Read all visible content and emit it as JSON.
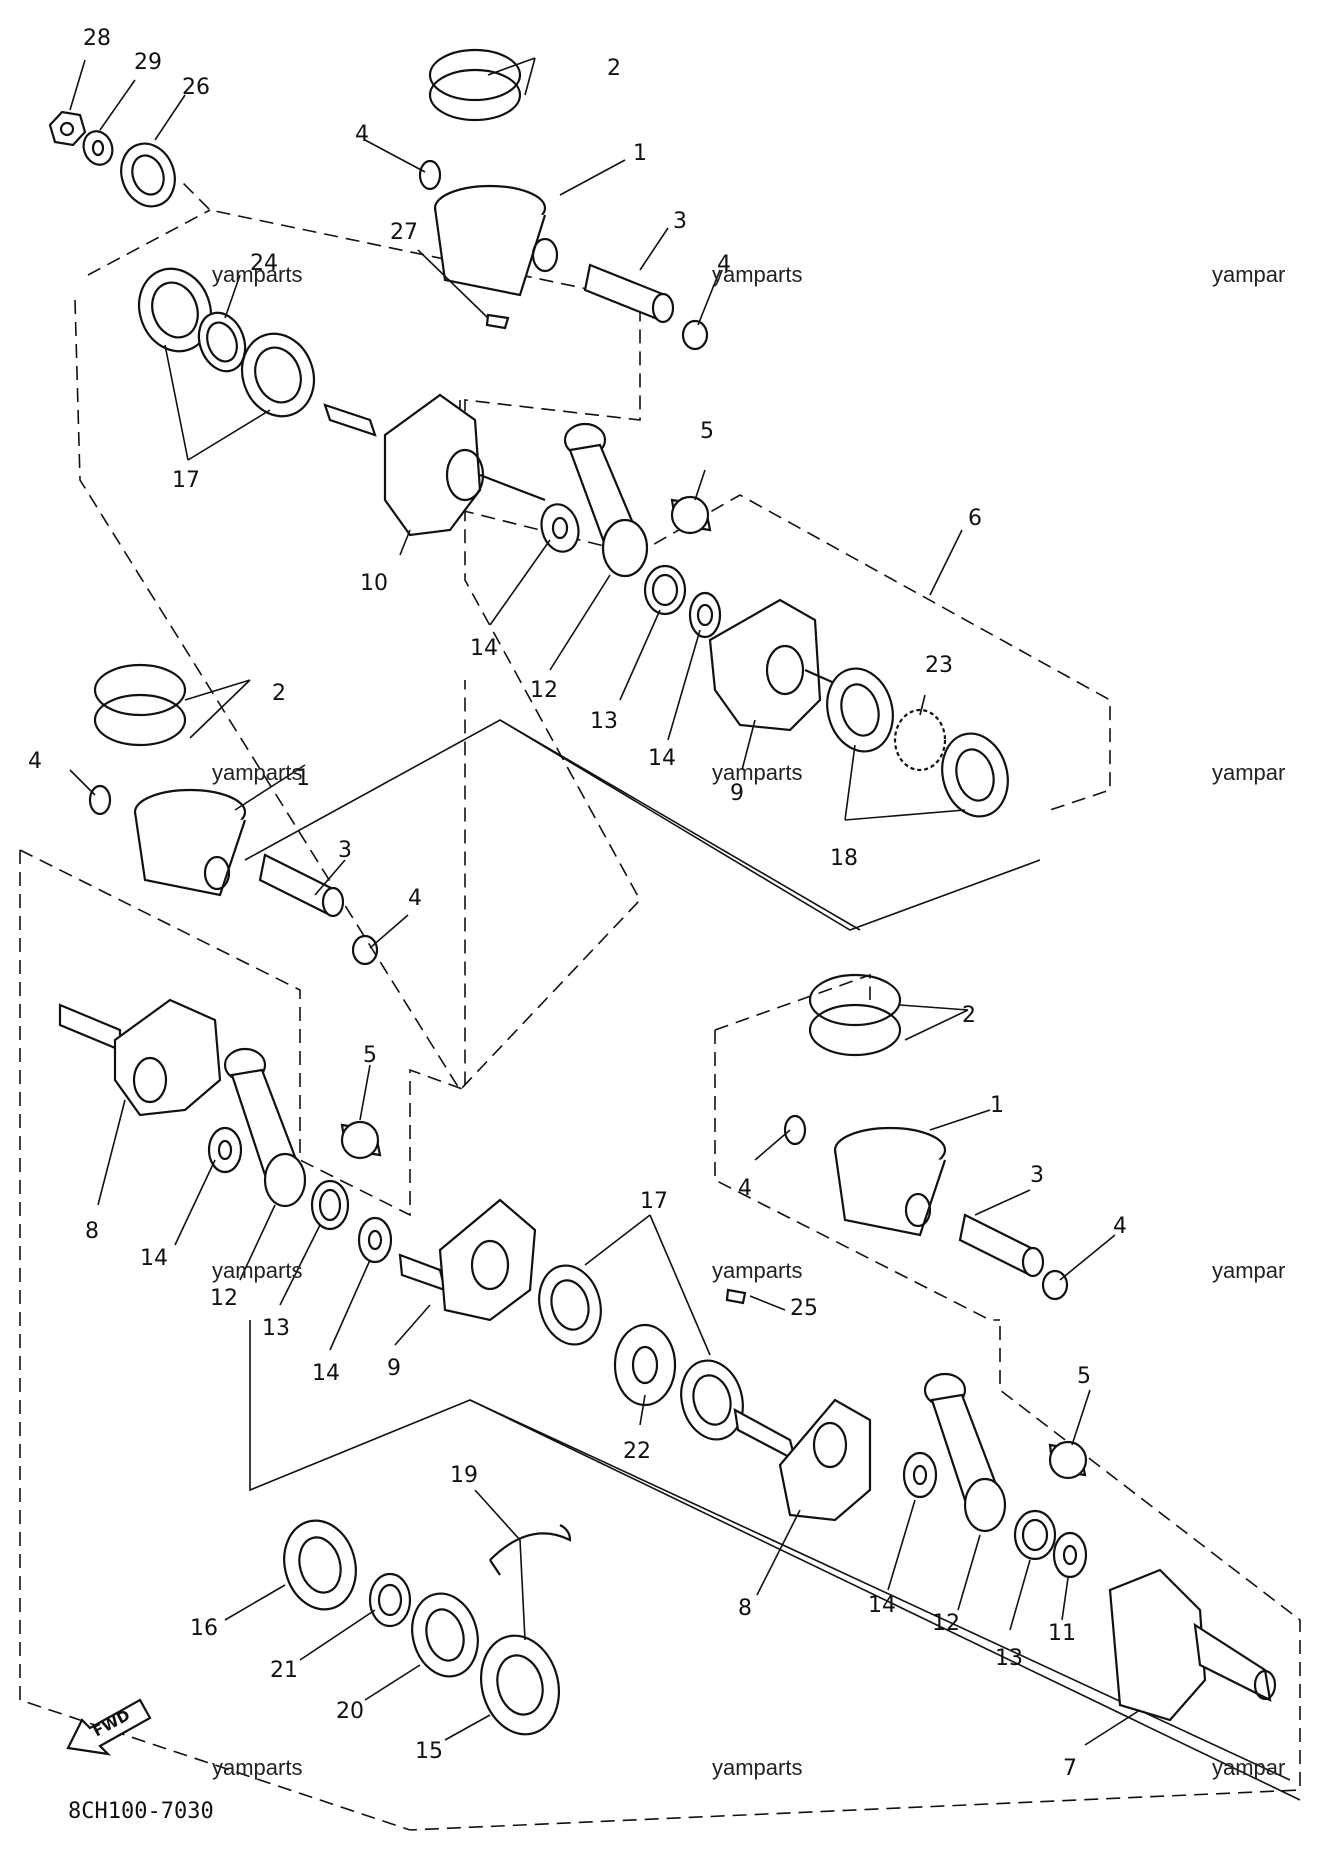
{
  "watermark": "yamparts",
  "watermark_truncated": "yampar",
  "drawing_code": "8CH100-7030",
  "fwd_label": "FWD",
  "callouts": {
    "c28": "28",
    "c29": "29",
    "c26": "26",
    "c2a": "2",
    "c1a": "1",
    "c4a": "4",
    "c4b": "4",
    "c3a": "3",
    "c27": "27",
    "c24": "24",
    "c17a": "17",
    "c10": "10",
    "c5a": "5",
    "c6": "6",
    "c14a": "14",
    "c12a": "12",
    "c13a": "13",
    "c14b": "14",
    "c9a": "9",
    "c23": "23",
    "c18": "18",
    "c2b": "2",
    "c4c": "4",
    "c1b": "1",
    "c3b": "3",
    "c4d": "4",
    "c5b": "5",
    "c8a": "8",
    "c14c": "14",
    "c12b": "12",
    "c13b": "13",
    "c14d": "14",
    "c9b": "9",
    "c17b": "17",
    "c25": "25",
    "c22": "22",
    "c2c": "2",
    "c1c": "1",
    "c4e": "4",
    "c3c": "3",
    "c4f": "4",
    "c5c": "5",
    "c19": "19",
    "c16": "16",
    "c21": "21",
    "c20": "20",
    "c15": "15",
    "c8b": "8",
    "c14e": "14",
    "c12c": "12",
    "c13c": "13",
    "c11": "11",
    "c7": "7"
  }
}
